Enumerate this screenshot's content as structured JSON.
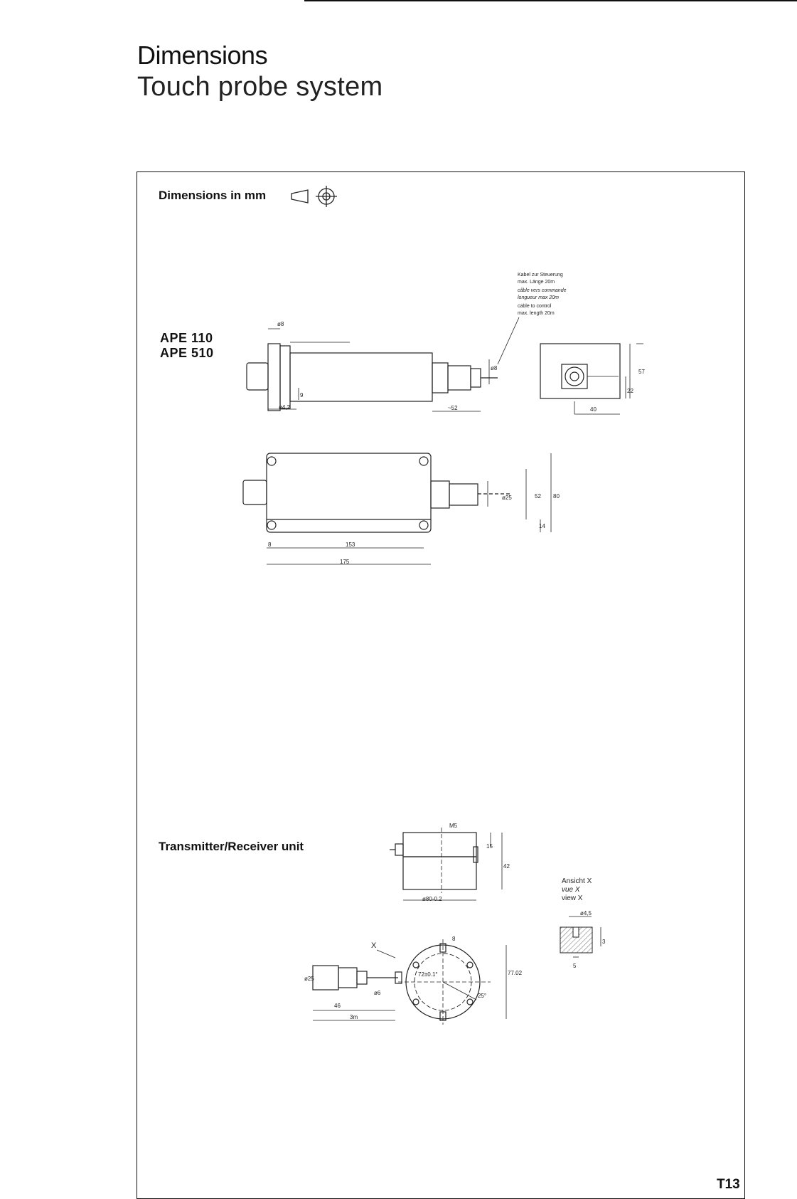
{
  "header": {
    "title": "Dimensions",
    "subtitle": "Touch probe system"
  },
  "panel": {
    "dimensions_label": "Dimensions in mm",
    "models": [
      "APE 110",
      "APE 510"
    ],
    "cable_note": [
      "Kabel zur Steuerung",
      "max. Länge 20m",
      "câble vers commande",
      "longueur max 20m",
      "cable to control",
      "max. length 20m"
    ],
    "ape_dims": {
      "d8": "ø8",
      "d42": "ø4,2",
      "n9": "9",
      "n52a": "~52",
      "n57": "57",
      "n22": "22",
      "n40": "40",
      "d25": "ø25",
      "n52b": "52",
      "n80": "80",
      "n14": "14",
      "n8": "8",
      "n153": "153",
      "n175": "175",
      "d8b": "ø8"
    },
    "transmitter_label": "Transmitter/Receiver unit",
    "tr_dims": {
      "m5": "M5",
      "n15": "15",
      "n42": "42",
      "d80": "ø80-0.2",
      "d25": "ø25",
      "d6": "ø6",
      "n46": "46",
      "n3m": "3m",
      "n8": "8",
      "angle72": "72±0.1°",
      "d772": "77.02",
      "n25": "25°",
      "view_x": "X"
    },
    "view_labels": [
      "Ansicht X",
      "vue X",
      "view X"
    ],
    "view_dims": {
      "d45": "ø4,5",
      "n3": "3",
      "n5": "5"
    }
  },
  "footer": {
    "page_number": "T13"
  }
}
